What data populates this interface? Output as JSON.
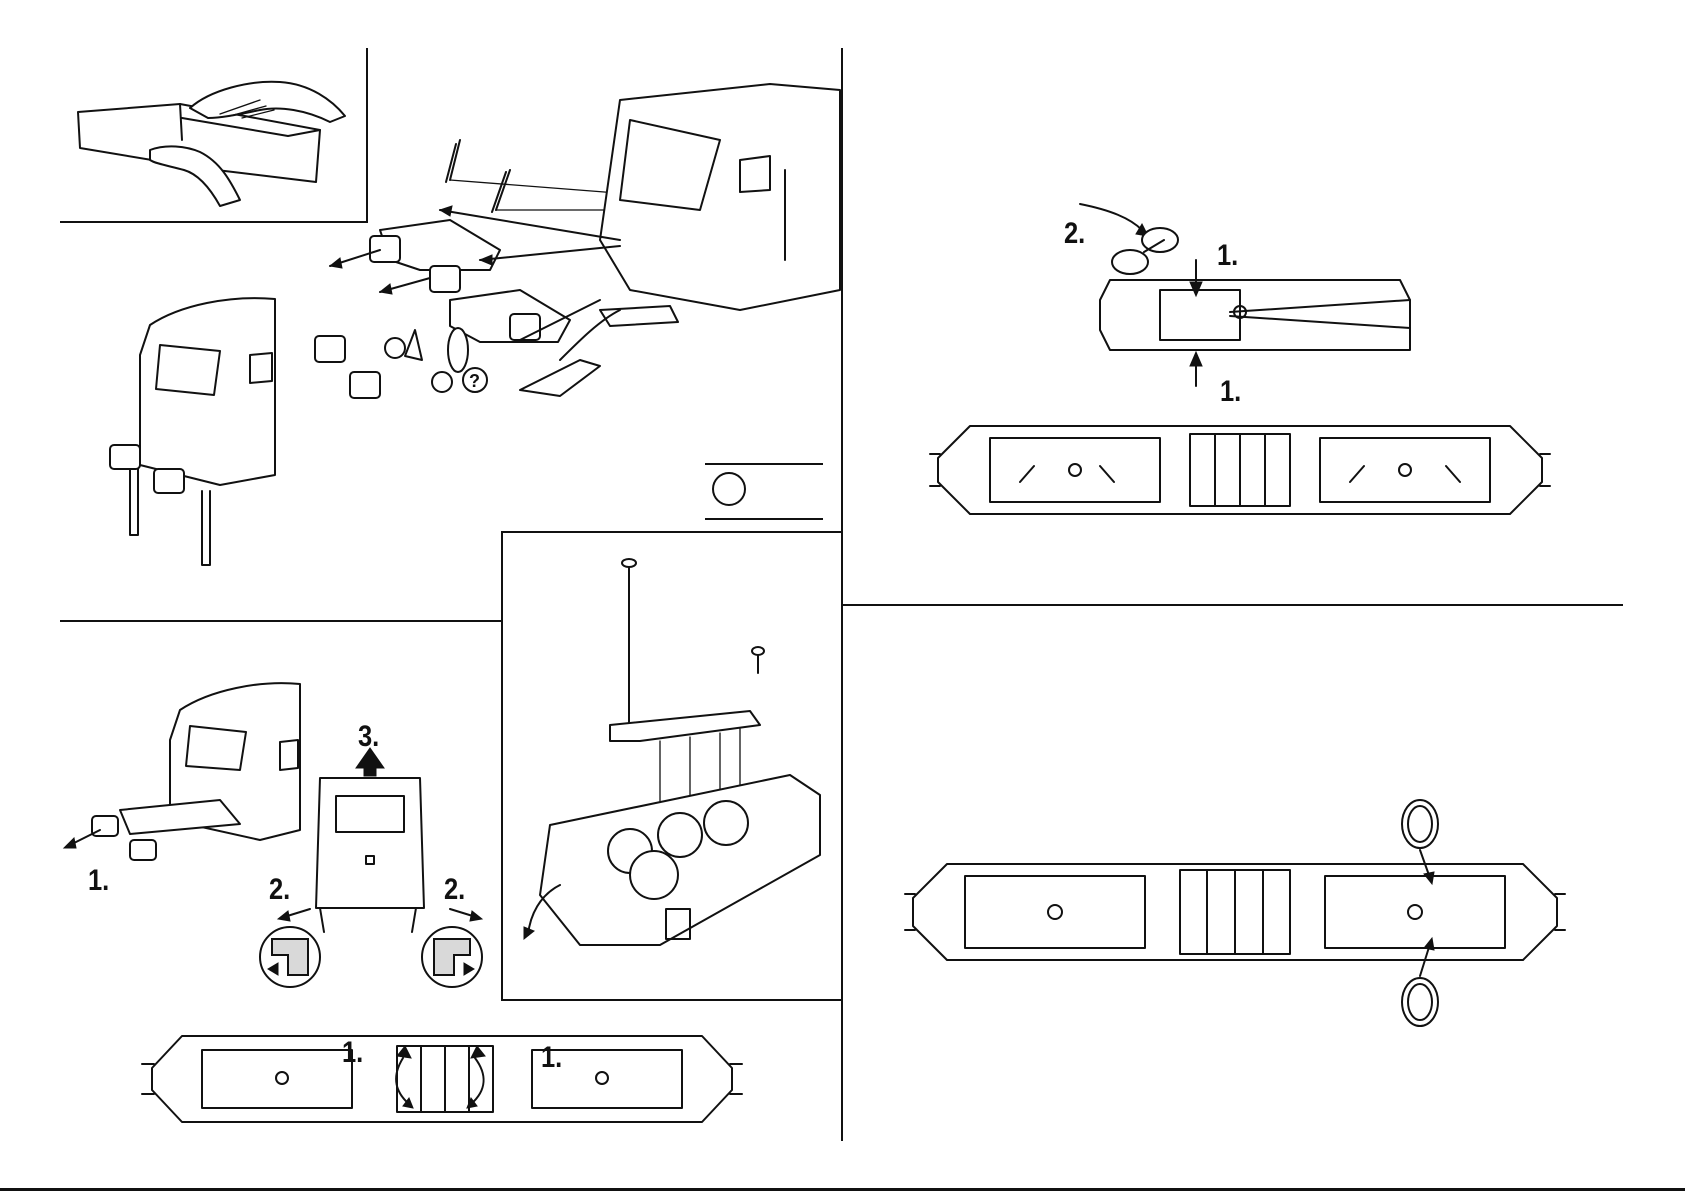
{
  "steps": {
    "p2_one": "1.",
    "p2_two_left": "2.",
    "p2_two_right": "2.",
    "p2_three": "3.",
    "p2_bottom_one_left": "1.",
    "p2_bottom_one_right": "1.",
    "p4_two": "2.",
    "p4_one_top": "1.",
    "p4_one_bottom": "1."
  },
  "symbols": {
    "help_marker": "?"
  },
  "icons": [
    "hand-on-box-icon",
    "locomotive-front-icon",
    "coupler-parts-exploded-icon",
    "bogie-screw-icon",
    "tweezers-icon",
    "traction-tyre-icon",
    "arrow-icon"
  ]
}
